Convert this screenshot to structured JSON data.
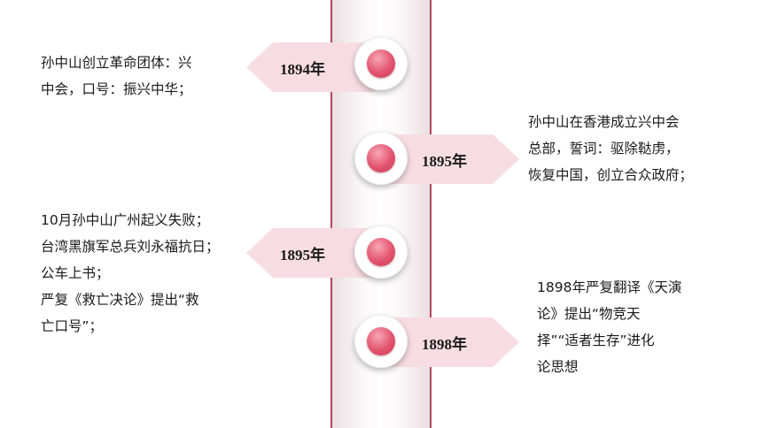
{
  "events": [
    {
      "year": "1894年",
      "lines": [
        "孙中山创立革命团体：兴",
        "中会，口号：振兴中华；"
      ]
    },
    {
      "year": "1895年",
      "lines": [
        "孙中山在香港成立兴中会",
        "总部，誓词：驱除鞑虏，",
        "恢复中国，创立合众政府；"
      ]
    },
    {
      "year": "1895年",
      "lines": [
        "10月孙中山广州起义失败；",
        "台湾黑旗军总兵刘永福抗日；",
        "公车上书；",
        "严复《救亡决论》提出“救",
        "亡口号”；"
      ]
    },
    {
      "year": "1898年",
      "lines": [
        "1898年严复翻译《天演",
        "论》提出“物竞天",
        "择”“适者生存”进化",
        "论思想"
      ]
    }
  ]
}
